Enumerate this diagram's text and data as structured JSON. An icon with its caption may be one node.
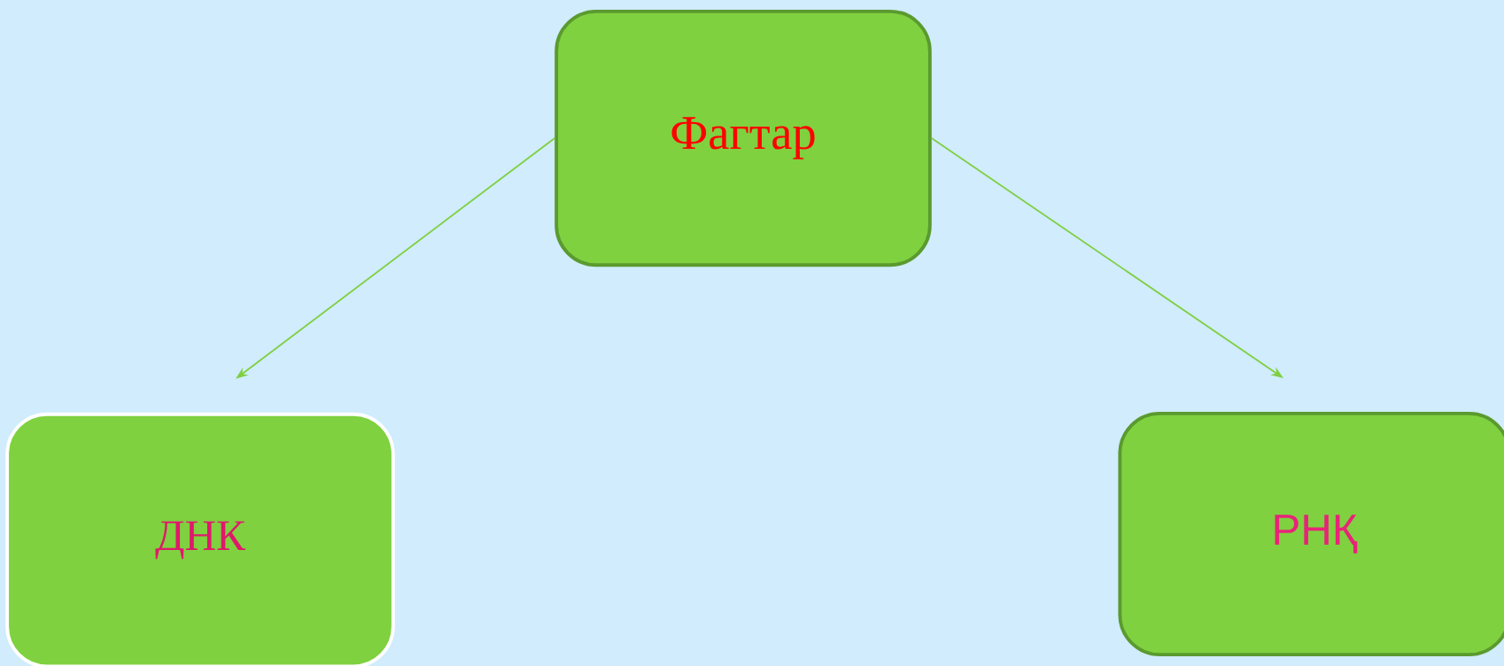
{
  "diagram": {
    "nodes": [
      {
        "text": [
          "Фагтар"
        ]
      },
      {
        "text": [
          "ДНК"
        ]
      },
      {
        "text": [
          "РНҚ"
        ]
      }
    ],
    "edges": [
      {
        "from": 0,
        "to": 1,
        "arrow": "to"
      },
      {
        "from": 0,
        "to": 2,
        "arrow": "to"
      }
    ]
  }
}
